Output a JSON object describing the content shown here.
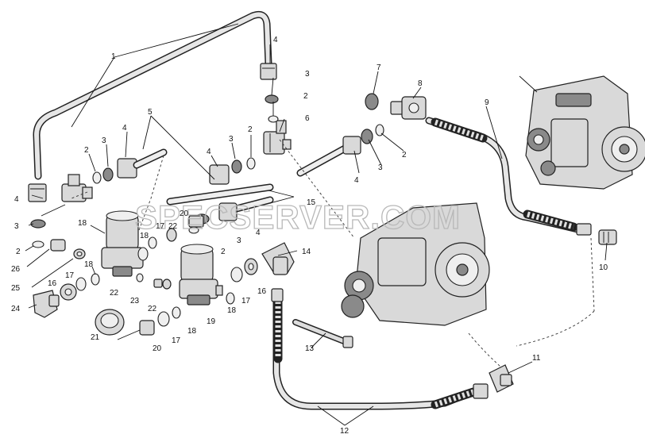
{
  "watermark": "SPECSERVER.COM",
  "callouts": {
    "c1": "1",
    "c2a": "2",
    "c2b": "2",
    "c2c": "2",
    "c2d": "2",
    "c2e": "2",
    "c2f": "2",
    "c3a": "3",
    "c3b": "3",
    "c3c": "3",
    "c3d": "3",
    "c3e": "3",
    "c3f": "3",
    "c4a": "4",
    "c4b": "4",
    "c4c": "4",
    "c4d": "4",
    "c4e": "4",
    "c4f": "4",
    "c5": "5",
    "c6": "6",
    "c7": "7",
    "c8": "8",
    "c9": "9",
    "c10": "10",
    "c11": "11",
    "c12": "12",
    "c13": "13",
    "c14": "14",
    "c15": "15",
    "c16a": "16",
    "c16b": "16",
    "c17a": "17",
    "c17b": "17",
    "c17c": "17",
    "c17d": "17",
    "c18a": "18",
    "c18b": "18",
    "c18c": "18",
    "c18d": "18",
    "c18e": "18",
    "c19": "19",
    "c20a": "20",
    "c20b": "20",
    "c21": "21",
    "c22a": "22",
    "c22b": "22",
    "c22c": "22",
    "c23": "23",
    "c24": "24",
    "c25": "25",
    "c26": "26"
  }
}
